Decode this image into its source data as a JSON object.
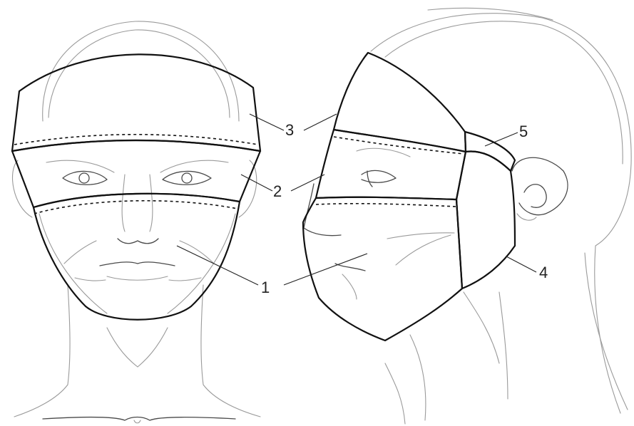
{
  "callouts": {
    "front": {
      "one": "1",
      "two": "2",
      "three": "3"
    },
    "side": {
      "one": "1",
      "two": "2",
      "three": "3",
      "four": "4",
      "five": "5"
    }
  },
  "colors": {
    "panel_outline": "#111111",
    "sketch_line": "#9a9a9a",
    "background": "#ffffff"
  }
}
